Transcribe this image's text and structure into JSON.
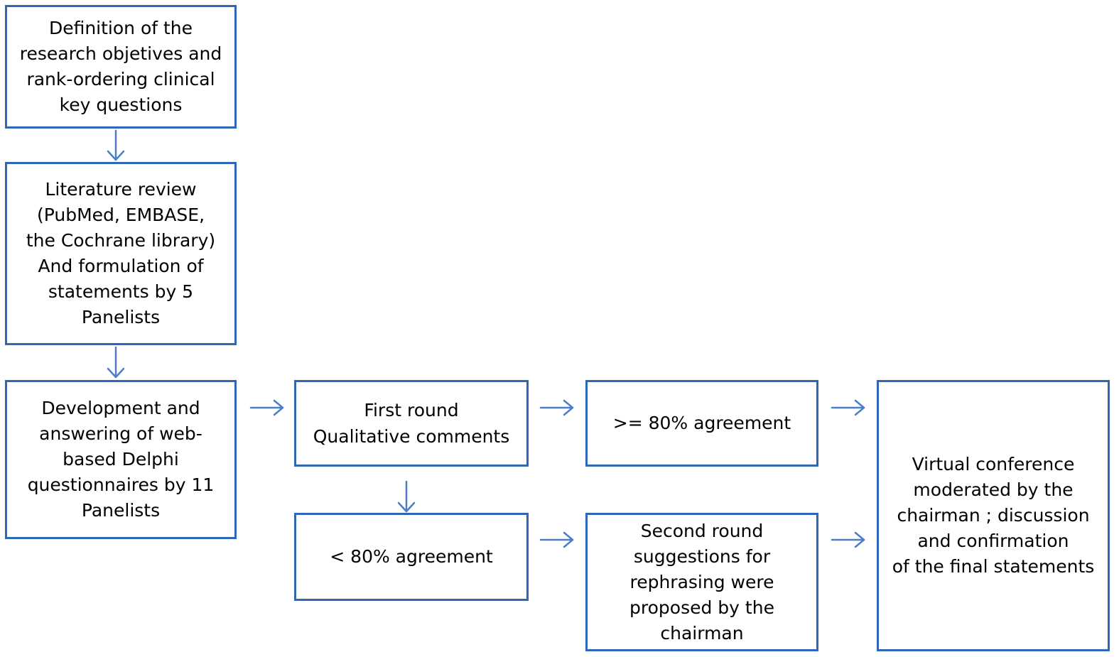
{
  "diagram": {
    "boxes": {
      "definition": "Definition of the\nresearch objetives and\nrank-ordering clinical\nkey questions",
      "literature": "Literature review\n(PubMed, EMBASE,\nthe Cochrane library)\nAnd formulation of\nstatements by 5\nPanelists",
      "development": "Development and\nanswering of web-\nbased Delphi\nquestionnaires by 11\nPanelists",
      "first_round": "First round\nQualitative comments",
      "below_80": "< 80% agreement",
      "above_80": ">= 80% agreement",
      "second_round": "Second round\nsuggestions for\nrephrasing were\nproposed by the\nchairman",
      "conference": "Virtual conference\nmoderated by the\nchairman ; discussion\nand confirmation\nof the final statements"
    },
    "colors": {
      "border": "#2e66b8",
      "arrow": "#4a7ec8",
      "background": "#ffffff",
      "text": "#000000"
    }
  }
}
